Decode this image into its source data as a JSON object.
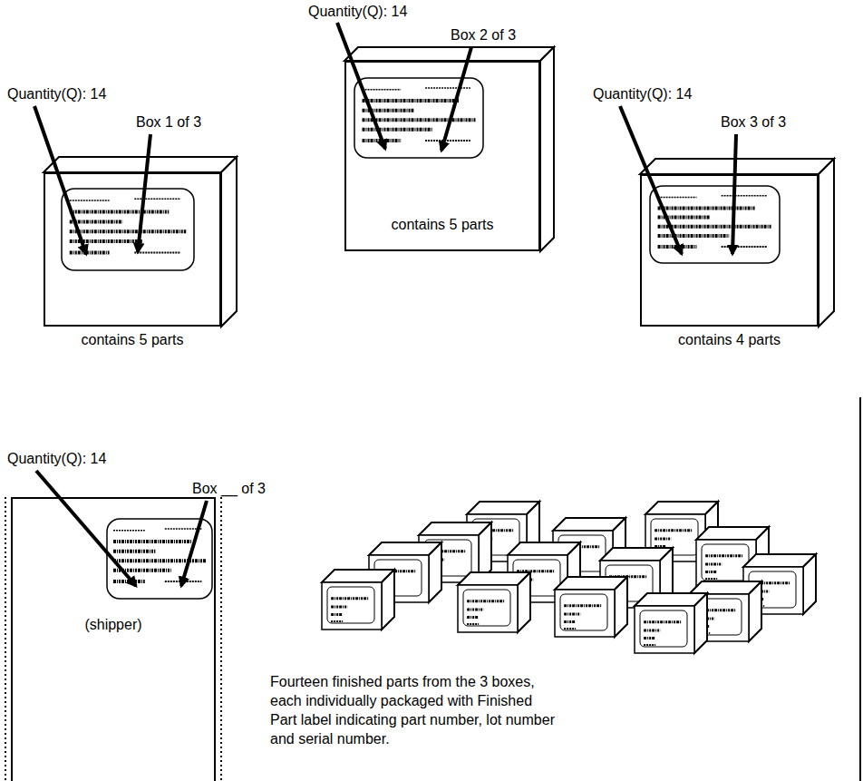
{
  "diagram": {
    "nodes": [
      {
        "text": [
          "contains 5 parts"
        ]
      },
      {
        "text": [
          "contains 5 parts"
        ]
      },
      {
        "text": [
          "contains 4 parts"
        ]
      },
      {
        "text": [
          "(shipper)"
        ]
      }
    ],
    "labels": [
      "Quantity(Q): 14",
      "Box 2 of 3",
      "Quantity(Q): 14",
      "Box 1 of 3",
      "Quantity(Q): 14",
      "Box 3 of 3",
      "Quantity(Q): 14",
      "Box __ of 3",
      "Fourteen finished parts from the 3 boxes, each individually packaged with Finished Part label indicating part number, lot number and serial number."
    ]
  }
}
